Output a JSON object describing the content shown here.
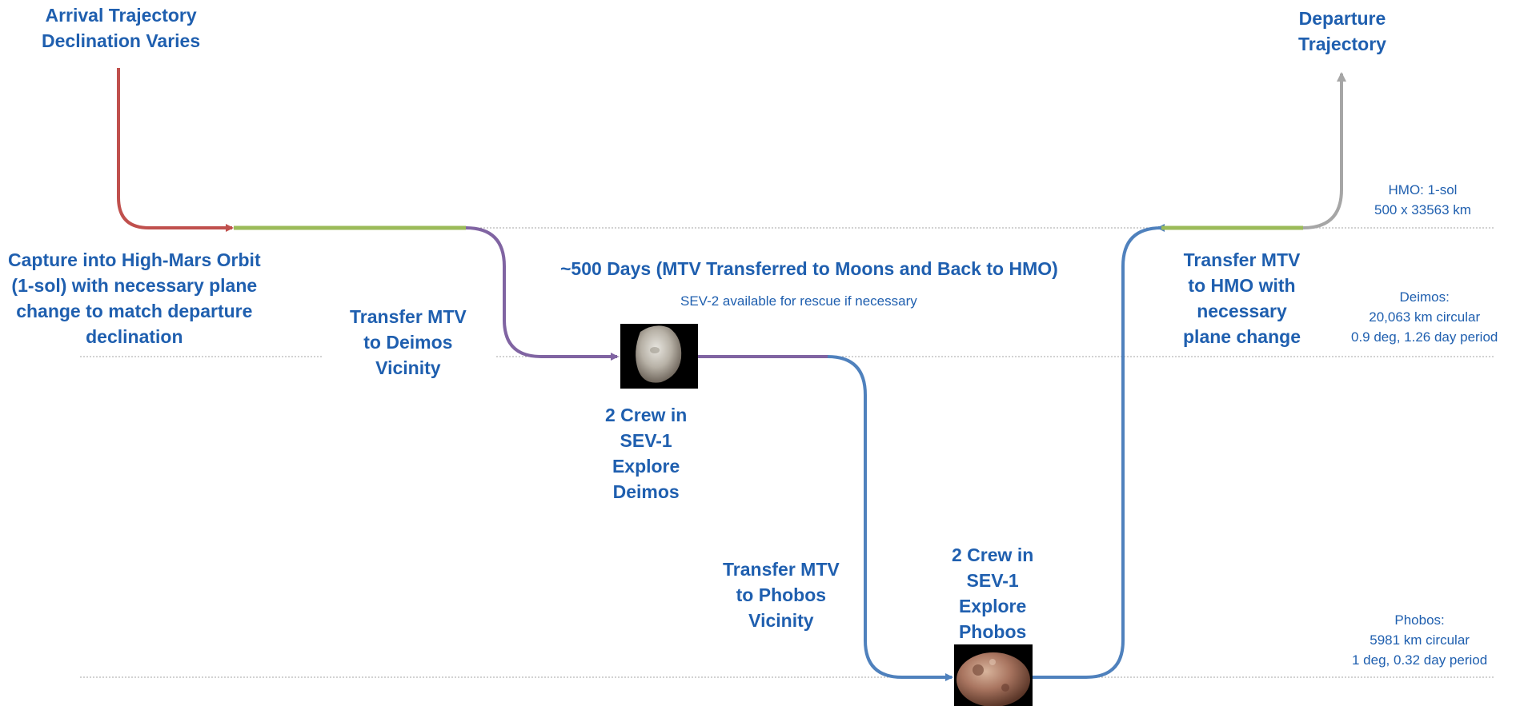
{
  "labels": {
    "arrival": [
      "Arrival Trajectory",
      "Declination Varies"
    ],
    "departure": [
      "Departure",
      "Trajectory"
    ],
    "capture": [
      "Capture into High-Mars Orbit",
      "(1-sol) with necessary plane",
      "change to match departure",
      "declination"
    ],
    "transfer_deimos": [
      "Transfer MTV",
      "to Deimos",
      "Vicinity"
    ],
    "duration": "~500 Days (MTV Transferred to Moons and Back to HMO)",
    "rescue": "SEV-2 available for rescue if necessary",
    "deimos_explore": [
      "2 Crew in",
      "SEV-1",
      "Explore",
      "Deimos"
    ],
    "transfer_phobos": [
      "Transfer MTV",
      "to Phobos",
      "Vicinity"
    ],
    "phobos_explore": [
      "2 Crew in",
      "SEV-1",
      "Explore",
      "Phobos"
    ],
    "transfer_hmo": [
      "Transfer MTV",
      "to HMO with",
      "necessary",
      "plane change"
    ]
  },
  "orbits": {
    "hmo": [
      "HMO:  1-sol",
      "500 x 33563 km"
    ],
    "deimos": [
      "Deimos:",
      "20,063 km circular",
      "0.9 deg, 1.26 day period"
    ],
    "phobos": [
      "Phobos:",
      "5981 km circular",
      "1 deg, 0.32 day period"
    ]
  },
  "colors": {
    "text": "#1F5FAF",
    "arrival_path": "#C0504D",
    "hmo_segment": "#9BBB59",
    "deimos_transfer": "#8064A2",
    "phobos_transfer": "#4F81BD",
    "departure_path": "#A6A6A6",
    "orbit_line": "#A6A6A6"
  },
  "icons": {
    "deimos": "deimos-moon-image",
    "phobos": "phobos-moon-image"
  }
}
